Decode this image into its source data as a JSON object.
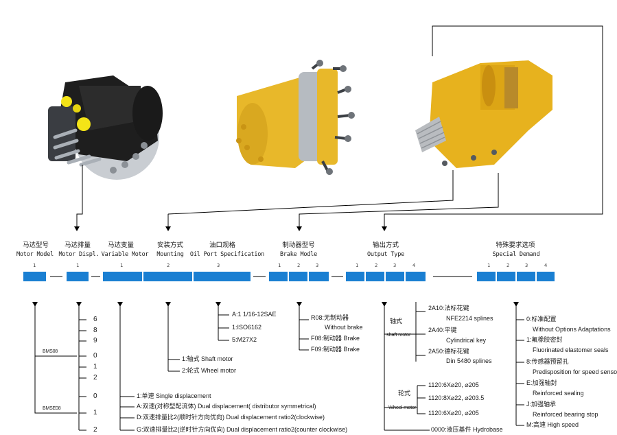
{
  "product_images": [
    {
      "name": "black-motor-image",
      "colors": {
        "body": "#222222",
        "flange": "#c9cdd2",
        "ports": "#f4e417"
      }
    },
    {
      "name": "yellow-motor-with-brake-image",
      "colors": {
        "body": "#e8b82a",
        "flange": "#c9cdd2"
      }
    },
    {
      "name": "yellow-wheel-motor-image",
      "colors": {
        "body": "#e7b21e",
        "shaft": "#b9bcc0"
      }
    }
  ],
  "header": {
    "motor_model": {
      "cn": "马达型号",
      "en": "Motor Model"
    },
    "motor_displ": {
      "cn": "马达排量",
      "en": "Motor Displ."
    },
    "variable_motor": {
      "cn": "马达变量",
      "en": "Variable Motor"
    },
    "mounting": {
      "cn": "安装方式",
      "en": "Mounting"
    },
    "oil_port": {
      "cn": "油口规格",
      "en": "Oil Port Specification"
    },
    "brake_model": {
      "cn": "制动器型号",
      "en": "Brake Modle"
    },
    "output_type": {
      "cn": "输出方式",
      "en": "Output Type"
    },
    "special_demand": {
      "cn": "特殊要求选项",
      "en": "Special Demand"
    }
  },
  "position_numbers": {
    "model": "1",
    "displ": "1",
    "variable": "1",
    "mounting": "2",
    "oil": "3",
    "brake": [
      "1",
      "2",
      "3"
    ],
    "output": [
      "1",
      "2",
      "3",
      "4"
    ],
    "special": [
      "1",
      "2",
      "3",
      "4"
    ]
  },
  "box_color": "#1a7fd2",
  "displacement": {
    "digits_a": [
      "6",
      "8",
      "9"
    ],
    "digits_b": [
      "0",
      "1",
      "2"
    ],
    "series_a": "BMS08",
    "digits_c": [
      "0",
      "1",
      "2"
    ],
    "series_b": "BMSE08"
  },
  "variable_options": [
    "1:单速  Single displacement",
    "A:双速(对称型配流体) Dual displacement( distributor symmetrical)",
    "D:双速排量比2(顺时针方向优向) Dual displacement ratio2(clockwise)",
    "G:双速排量比2(逆时针方向优向) Dual displacement ratio2(counter clockwise)"
  ],
  "mounting_options": [
    "1:轴式  Shaft motor",
    "2:轮式  Wheel motor"
  ],
  "oil_options": [
    "A:1 1/16-12SAE",
    "1:ISO6162",
    "5:M27X2"
  ],
  "brake_options": [
    {
      "code": "R08:无制动器",
      "en": "Without brake"
    },
    {
      "code": "F08:制动器  Brake"
    },
    {
      "code": "F09:制动器  Brake"
    }
  ],
  "output": {
    "shaft_group_cn": "轴式",
    "shaft_group_en": "shaft motor",
    "shaft_options": [
      {
        "code": "2A10:法标花键",
        "en": "NFE2214 splines"
      },
      {
        "code": "2A40:平键",
        "en": "Cylindrical key"
      },
      {
        "code": "2A50:德标花键",
        "en": "Din 5480 splines"
      }
    ],
    "wheel_group_cn": "轮式",
    "wheel_group_en": "Wheel motor",
    "wheel_options": [
      "1120:6X⌀20, ⌀205",
      "1120:8X⌀22, ⌀203.5",
      "1120:6X⌀20, ⌀205"
    ],
    "hydrobase": "0000:液压基件 Hydrobase"
  },
  "special_options": [
    {
      "code": "0:标准配置",
      "en": "Without Options Adaptations"
    },
    {
      "code": "1:氟橡胶密封",
      "en": "Fluorinated elastomer seals"
    },
    {
      "code": "8:传感器预留孔",
      "en": "Predisposition for speed sensor"
    },
    {
      "code": "E:加强轴封",
      "en": "Reinforced sealing"
    },
    {
      "code": "J:加强轴承",
      "en": "Reinforced bearing stop"
    },
    {
      "code": "M:高速  High speed"
    }
  ]
}
